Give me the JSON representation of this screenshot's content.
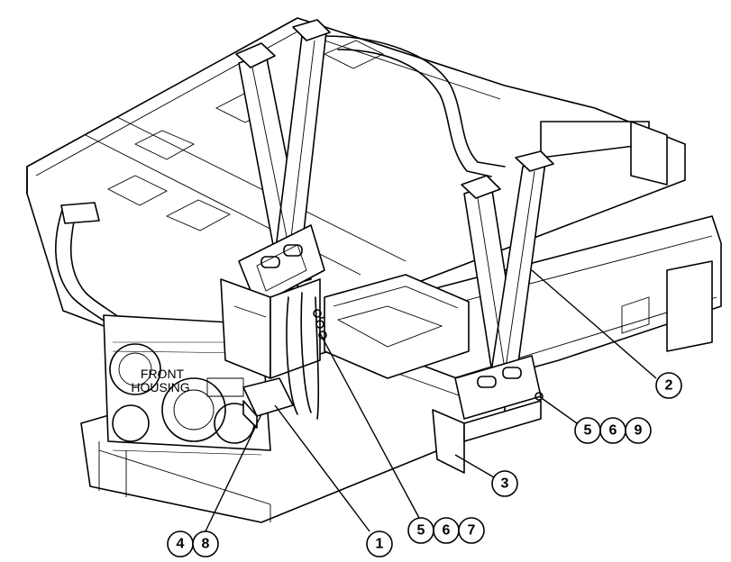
{
  "diagram": {
    "labels": {
      "front_housing_line1": "FRONT",
      "front_housing_line2": "HOUSING"
    },
    "callouts": [
      {
        "id": "c1",
        "numbers": [
          "1"
        ]
      },
      {
        "id": "c2",
        "numbers": [
          "2"
        ]
      },
      {
        "id": "c3",
        "numbers": [
          "3"
        ]
      },
      {
        "id": "c48",
        "numbers": [
          "4",
          "8"
        ]
      },
      {
        "id": "c567",
        "numbers": [
          "5",
          "6",
          "7"
        ]
      },
      {
        "id": "c569",
        "numbers": [
          "5",
          "6",
          "9"
        ]
      }
    ]
  }
}
